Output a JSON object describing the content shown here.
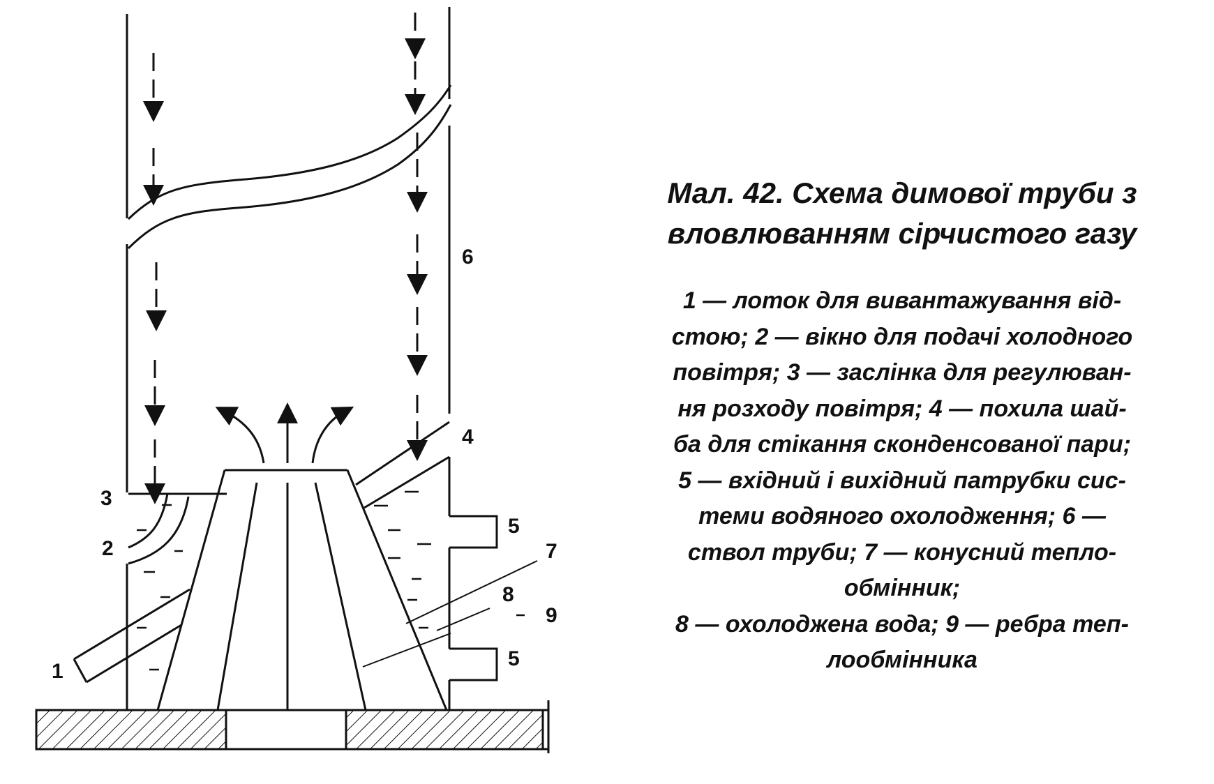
{
  "figure": {
    "title_lines": [
      "Мал. 42. Схема димової труби з",
      "вловлюванням сірчистого газу"
    ],
    "legend_lines": [
      "1 —  лоток для вивантажування від-",
      "стою; 2 — вікно для подачі холодного",
      "повітря; 3 — заслінка для регулюван-",
      "ня розходу повітря; 4 — похила шай-",
      "ба для стікання сконденсованої пари;",
      "5 — вхідний і вихідний патрубки сис-",
      "теми водяного охолодження; 6 —",
      "ствол труби; 7 — конусний тепло-",
      "обмінник;",
      "8 — охолоджена вода; 9 — ребра теп-",
      "лообмінника"
    ]
  },
  "diagram": {
    "labels": {
      "l1": "1",
      "l2": "2",
      "l3": "3",
      "l4": "4",
      "l5_top": "5",
      "l5_bottom": "5",
      "l6": "6",
      "l7": "7",
      "l8": "8",
      "l9": "9"
    },
    "colors": {
      "ink": "#111111",
      "background": "#ffffff"
    }
  }
}
